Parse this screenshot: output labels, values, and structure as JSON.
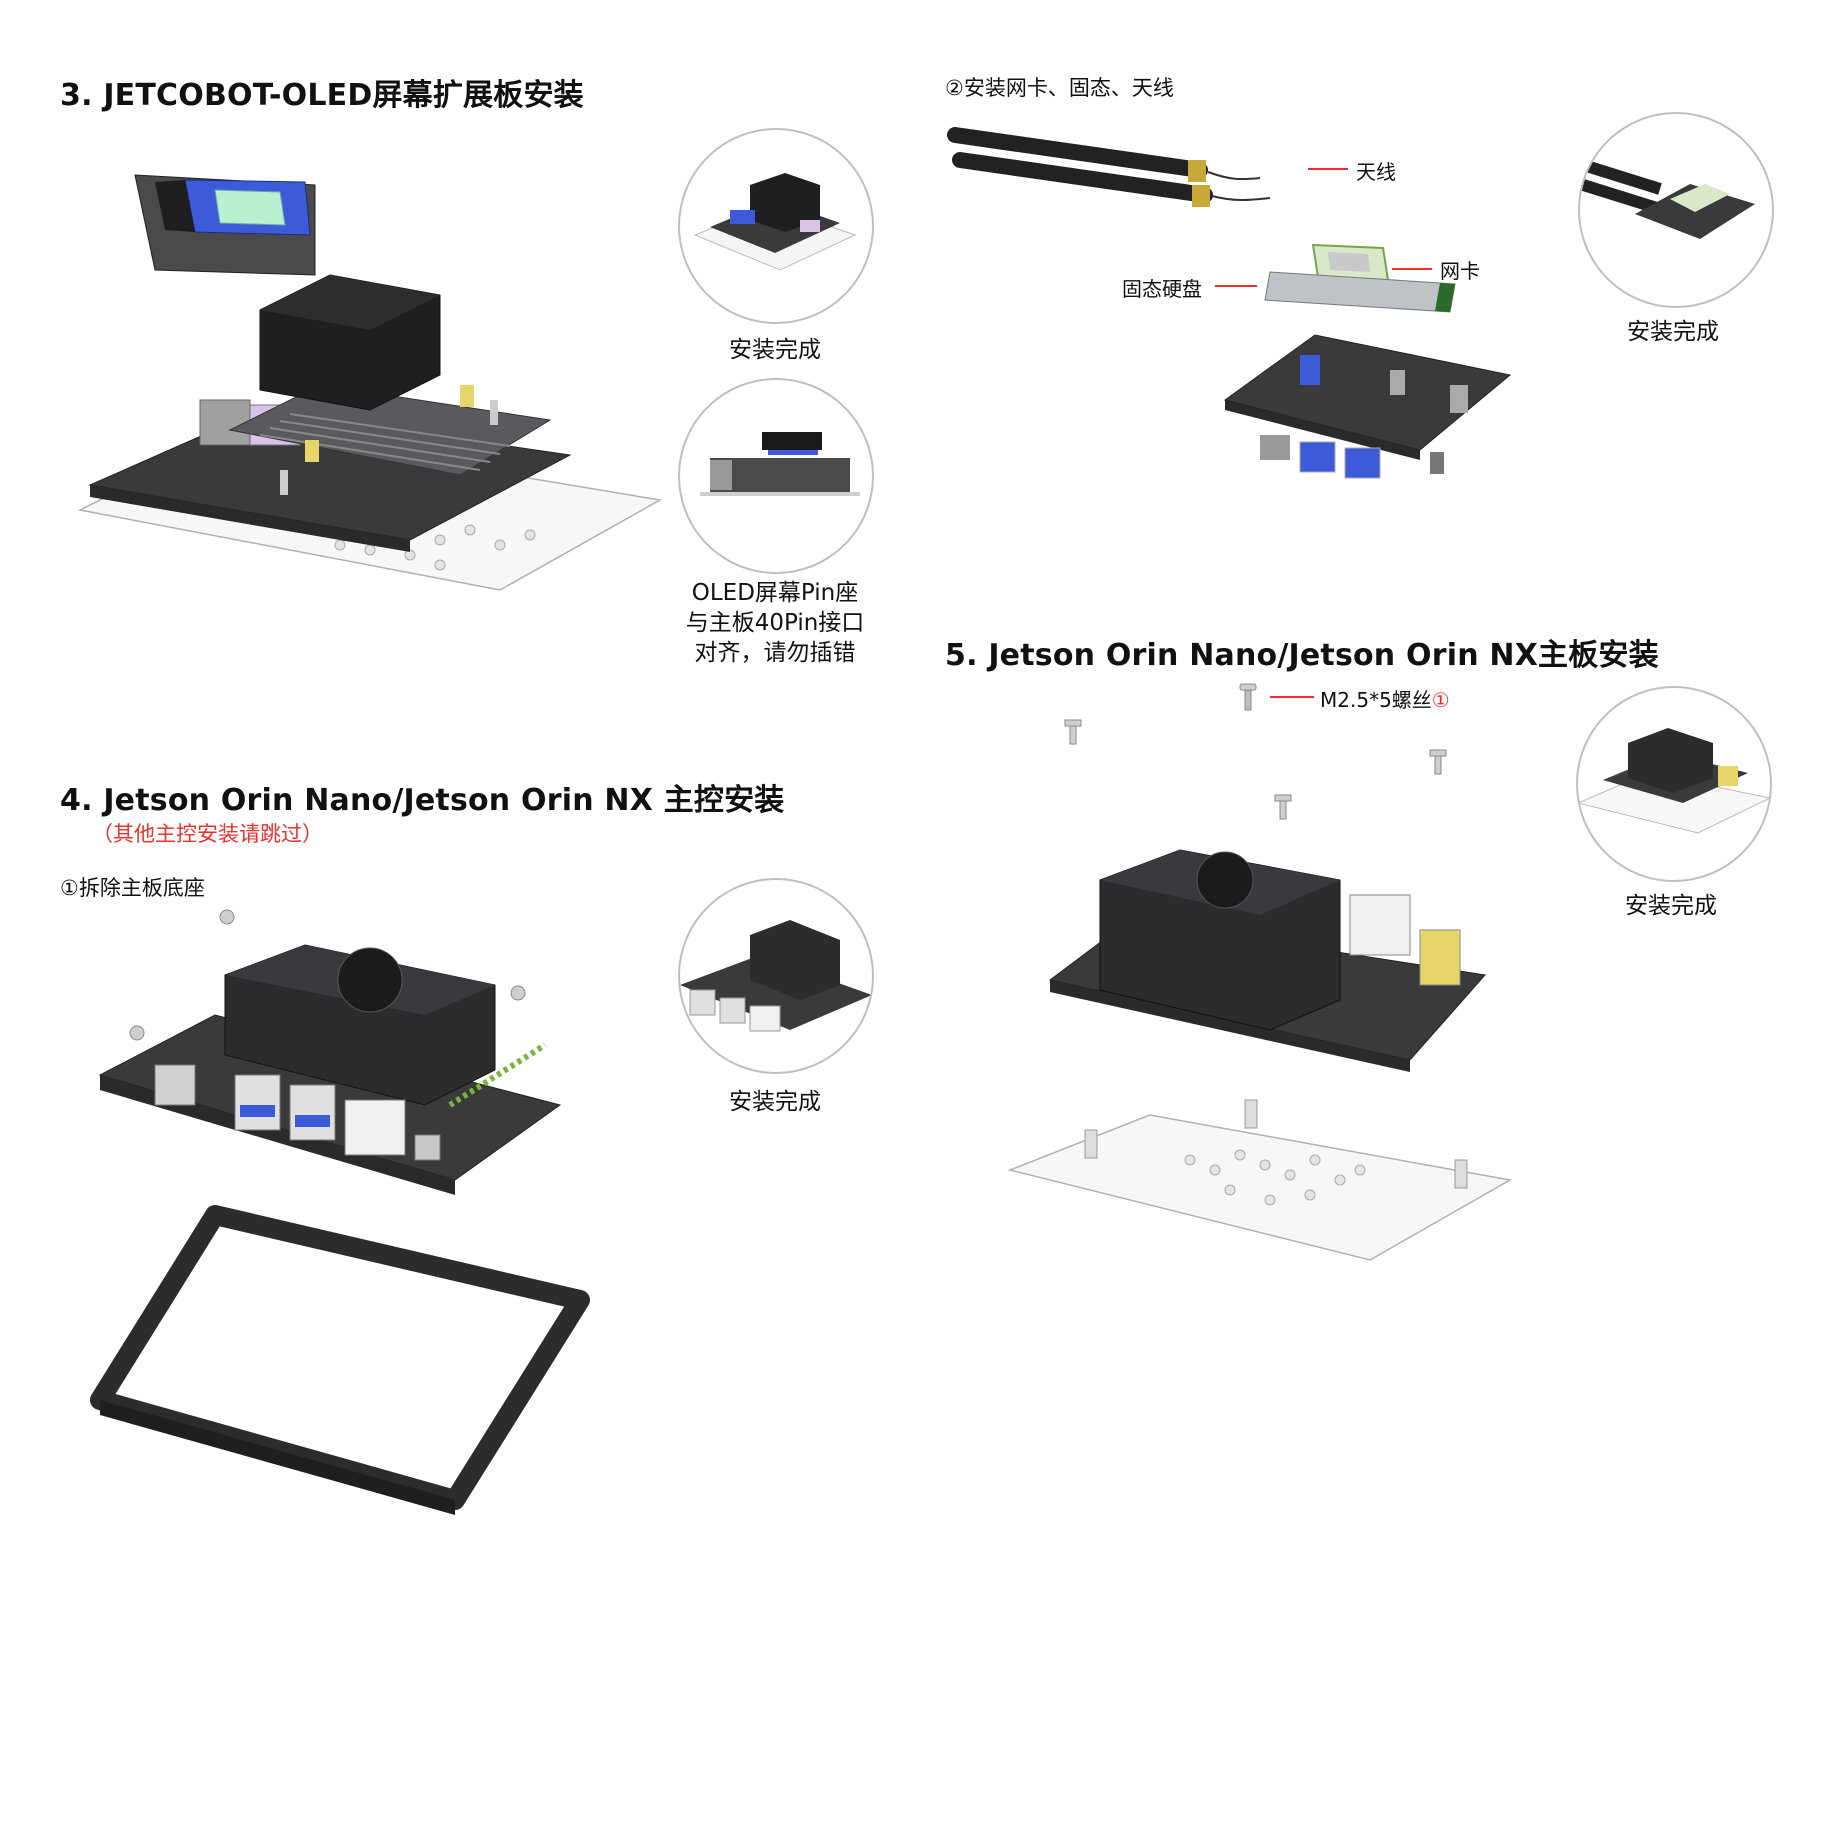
{
  "section3": {
    "title": "3. JETCOBOT-OLED屏幕扩展板安装",
    "done_label": "安装完成",
    "note_lines": [
      "OLED屏幕Pin座",
      "与主板40Pin接口",
      "对齐，请勿插错"
    ]
  },
  "step2": {
    "title": "②安装网卡、固态、天线",
    "labels": {
      "antenna": "天线",
      "wifi_card": "网卡",
      "ssd": "固态硬盘"
    },
    "done_label": "安装完成"
  },
  "section4": {
    "title": "4. Jetson Orin Nano/Jetson Orin NX 主控安装",
    "subtitle": "（其他主控安装请跳过）",
    "step1": "①拆除主板底座",
    "done_label": "安装完成"
  },
  "section5": {
    "title": "5. Jetson Orin Nano/Jetson Orin NX主板安装",
    "screw_label": "M2.5*5螺丝",
    "screw_mark": "①",
    "done_label": "安装完成"
  },
  "colors": {
    "accent_red": "#e8322e",
    "board": "#3a3a3c",
    "heatsink": "#2c2c2e",
    "circle_border": "#bfbfbf",
    "oled_blue": "#3d5bd8",
    "oled_green": "#b9f0d2"
  }
}
